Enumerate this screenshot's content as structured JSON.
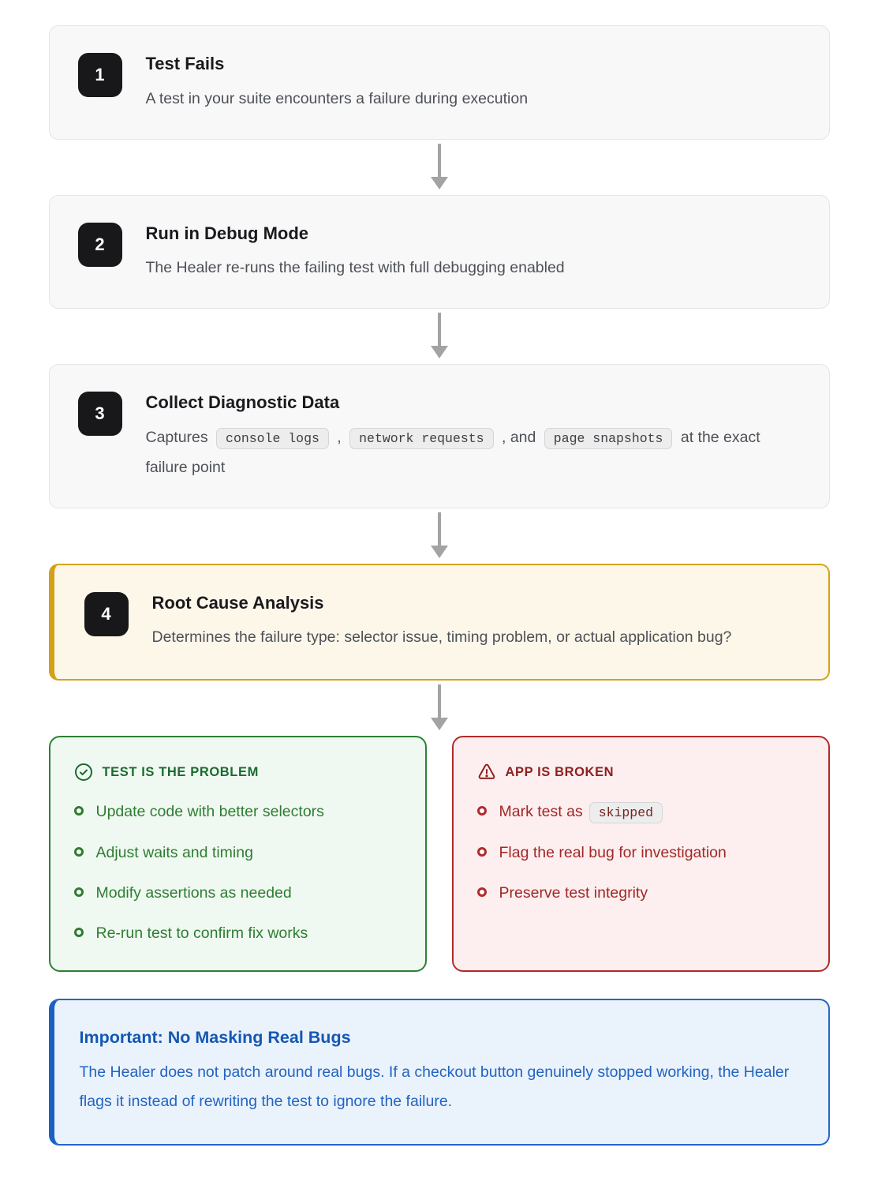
{
  "accent_colors": {
    "badge_bg": "#18181b",
    "highlight_border": "#d4a017",
    "good_green": "#2e7d32",
    "bad_red": "#b32a2a",
    "note_blue": "#1b61c4",
    "arrow_gray": "#a3a3a3"
  },
  "steps": [
    {
      "number": "1",
      "title": "Test Fails",
      "description": "A test in your suite encounters a failure during execution"
    },
    {
      "number": "2",
      "title": "Run in Debug Mode",
      "description": "The Healer re-runs the failing test with full debugging enabled"
    },
    {
      "number": "3",
      "title": "Collect Diagnostic Data",
      "parts": [
        {
          "text": "Captures"
        },
        {
          "code": "console logs"
        },
        {
          "text": ","
        },
        {
          "code": "network requests"
        },
        {
          "text": ", and"
        },
        {
          "code": "page snapshots"
        },
        {
          "text": "at the exact failure point"
        }
      ]
    },
    {
      "number": "4",
      "title": "Root Cause Analysis",
      "description": "Determines the failure type: selector issue, timing problem, or actual application bug?"
    }
  ],
  "outcomes": {
    "test_problem": {
      "header": "TEST IS THE PROBLEM",
      "icon": "check-circle",
      "items": [
        "Update code with better selectors",
        "Adjust waits and timing",
        "Modify assertions as needed",
        "Re-run test to confirm fix works"
      ]
    },
    "app_broken": {
      "header": "APP IS BROKEN",
      "icon": "warning-triangle",
      "items": [
        {
          "text": "Mark test as",
          "code": "skipped"
        },
        {
          "text": "Flag the real bug for investigation"
        },
        {
          "text": "Preserve test integrity"
        }
      ]
    }
  },
  "note": {
    "title": "Important: No Masking Real Bugs",
    "body": "The Healer does not patch around real bugs. If a checkout button genuinely stopped working, the Healer flags it instead of rewriting the test to ignore the failure."
  }
}
